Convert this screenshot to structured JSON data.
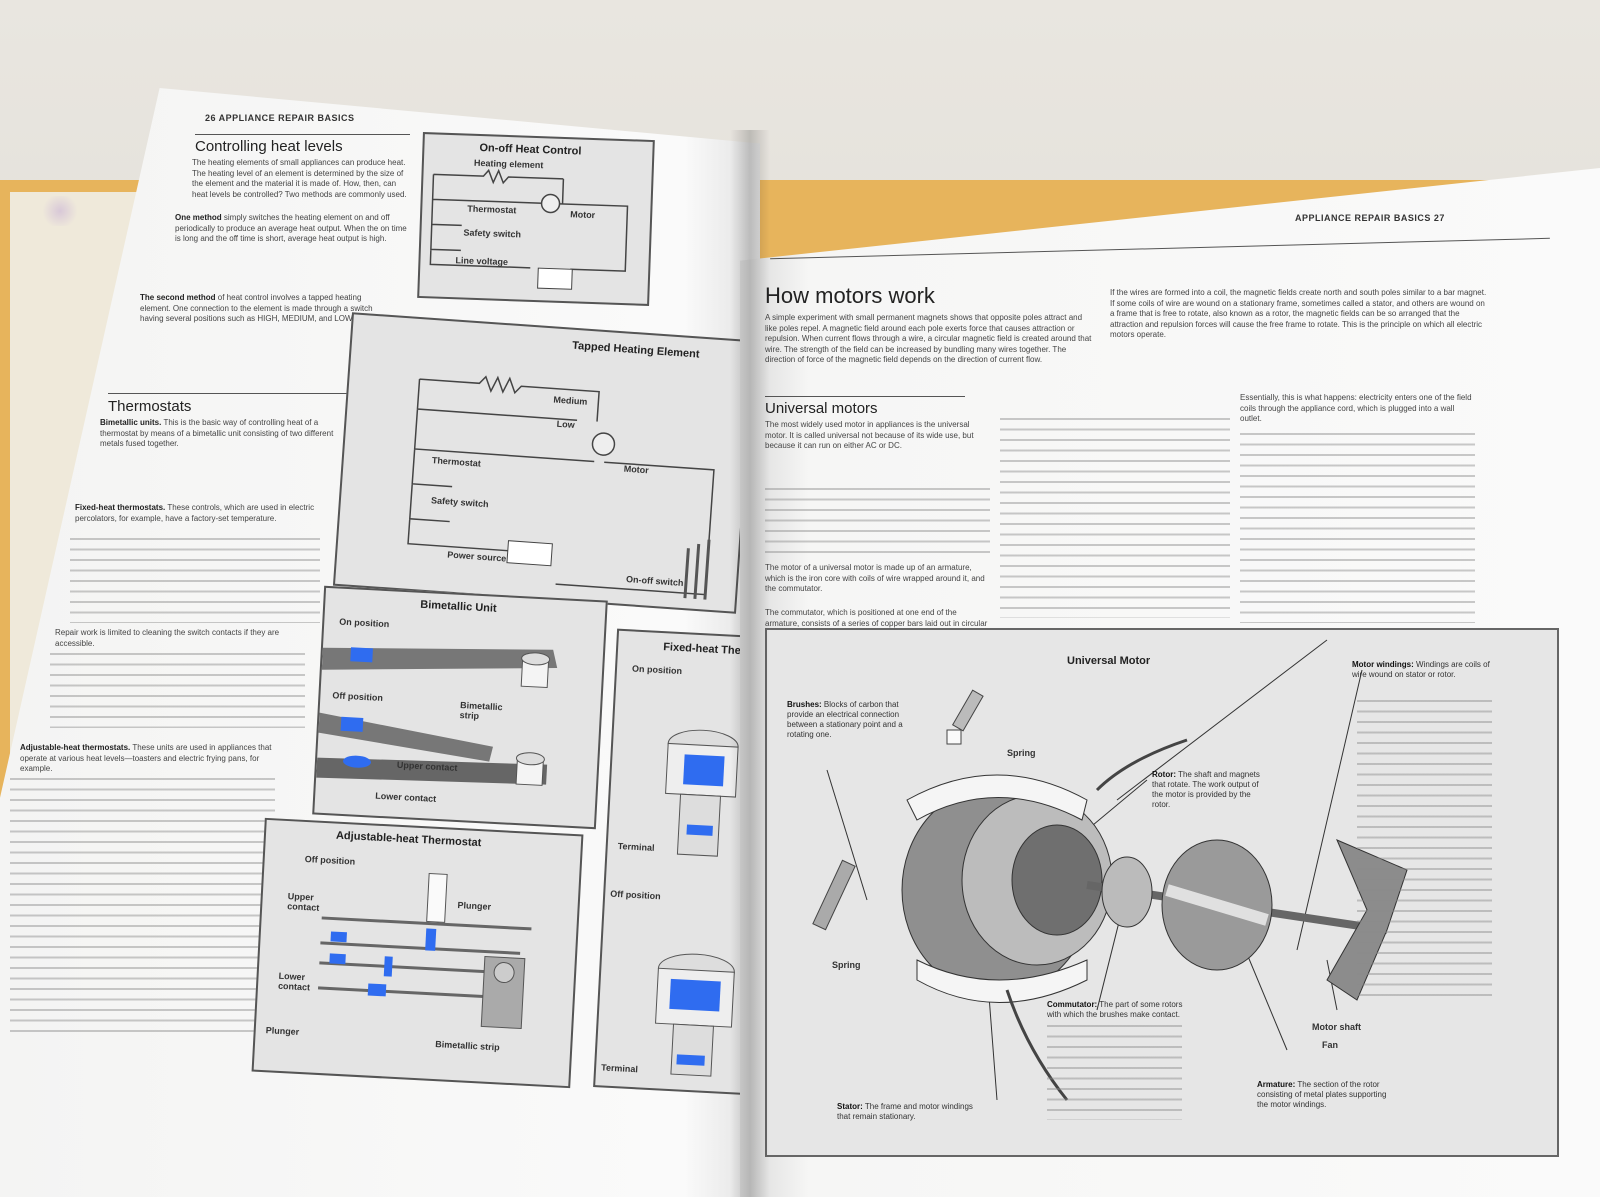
{
  "left_page": {
    "running_head": "26 APPLIANCE REPAIR BASICS",
    "heading_heat": "Controlling heat levels",
    "heat_intro": "The heating elements of small appliances can produce heat. The heating level of an element is determined by the size of the element and the material it is made of. How, then, can heat levels be controlled? Two methods are commonly used.",
    "one_method_lead": "One method",
    "one_method_text": " simply switches the heating element on and off periodically to produce an average heat output. When the on time is long and the off time is short, average heat output is high.",
    "second_method_lead": "The second method",
    "second_method_text": " of heat control involves a tapped heating element. One connection to the element is made through a switch having several positions such as HIGH, MEDIUM, and LOW.",
    "heading_thermostats": "Thermostats",
    "bimetallic_lead": "Bimetallic units.",
    "bimetallic_text": " This is the basic way of controlling heat of a thermostat by means of a bimetallic unit consisting of two different metals fused together.",
    "fixed_heat_lead": "Fixed-heat thermostats.",
    "fixed_heat_text": " These controls, which are used in electric percolators, for example, have a factory-set temperature.",
    "repair_text": "Repair work is limited to cleaning the switch contacts if they are accessible.",
    "adjustable_lead": "Adjustable-heat thermostats.",
    "adjustable_text": " These units are used in appliances that operate at various heat levels—toasters and electric frying pans, for example.",
    "diagrams": {
      "onoff": {
        "title": "On-off Heat Control",
        "heating_element": "Heating element",
        "thermostat": "Thermostat",
        "motor": "Motor",
        "safety_switch": "Safety switch",
        "line_voltage": "Line voltage"
      },
      "tapped": {
        "title": "Tapped Heating Element",
        "medium": "Medium",
        "low": "Low",
        "thermostat": "Thermostat",
        "motor": "Motor",
        "safety_switch": "Safety switch",
        "power_source": "Power source",
        "onoff_switch": "On-off switch"
      },
      "bimetallic": {
        "title": "Bimetallic Unit",
        "on_position": "On position",
        "off_position": "Off position",
        "bimetallic_strip": "Bimetallic strip",
        "upper_contact": "Upper contact",
        "lower_contact": "Lower contact"
      },
      "adjustable": {
        "title": "Adjustable-heat Thermostat",
        "off_position": "Off position",
        "upper_contact": "Upper contact",
        "plunger": "Plunger",
        "lower_contact": "Lower contact",
        "plunger2": "Plunger",
        "bimetallic_strip": "Bimetallic strip"
      },
      "fixed": {
        "title": "Fixed-heat Thermostat",
        "on_position": "On position",
        "terminal": "Terminal",
        "off_position": "Off position",
        "terminal2": "Terminal"
      }
    }
  },
  "right_page": {
    "running_head": "APPLIANCE REPAIR BASICS 27",
    "heading_motors": "How motors work",
    "motors_intro": "A simple experiment with small permanent magnets shows that opposite poles attract and like poles repel. A magnetic field around each pole exerts force that causes attraction or repulsion. When current flows through a wire, a circular magnetic field is created around that wire. The strength of the field can be increased by bundling many wires together. The direction of force of the magnetic field depends on the direction of current flow.",
    "motors_intro_2": "If the wires are formed into a coil, the magnetic fields create north and south poles similar to a bar magnet. If some coils of wire are wound on a stationary frame, sometimes called a stator, and others are wound on a frame that is free to rotate, also known as a rotor, the magnetic fields can be so arranged that the attraction and repulsion forces will cause the free frame to rotate. This is the principle on which all electric motors operate.",
    "heading_universal": "Universal motors",
    "universal_text_1": "The most widely used motor in appliances is the universal motor. It is called universal not because of its wide use, but because it can run on either AC or DC.",
    "universal_text_2": "The motor of a universal motor is made up of an armature, which is the iron core with coils of wire wrapped around it, and the commutator.",
    "universal_text_3": "The commutator, which is positioned at one end of the armature, consists of a series of copper bars laid out in circular fashion.",
    "universal_text_4": "Essentially, this is what happens: electricity enters one of the field coils through the appliance cord, which is plugged into a wall outlet.",
    "diagram": {
      "title": "Universal Motor",
      "brushes_lead": "Brushes:",
      "brushes_text": " Blocks of carbon that provide an electrical connection between a stationary point and a rotating one.",
      "spring_1": "Spring",
      "spring_2": "Spring",
      "rotor_lead": "Rotor:",
      "rotor_text": " The shaft and magnets that rotate. The work output of the motor is provided by the rotor.",
      "motor_windings_lead": "Motor windings:",
      "motor_windings_text": " Windings are coils of wire wound on stator or rotor.",
      "commutator_lead": "Commutator:",
      "commutator_text": " The part of some rotors with which the brushes make contact.",
      "stator_lead": "Stator:",
      "stator_text": " The frame and motor windings that remain stationary.",
      "armature_lead": "Armature:",
      "armature_text": " The section of the rotor consisting of metal plates supporting the motor windings.",
      "motor_shaft": "Motor shaft",
      "fan": "Fan"
    }
  },
  "colors": {
    "accent_blue": "#2f6cf0",
    "panel_gray": "#e4e4e4",
    "book_cover": "#e7b45c"
  }
}
